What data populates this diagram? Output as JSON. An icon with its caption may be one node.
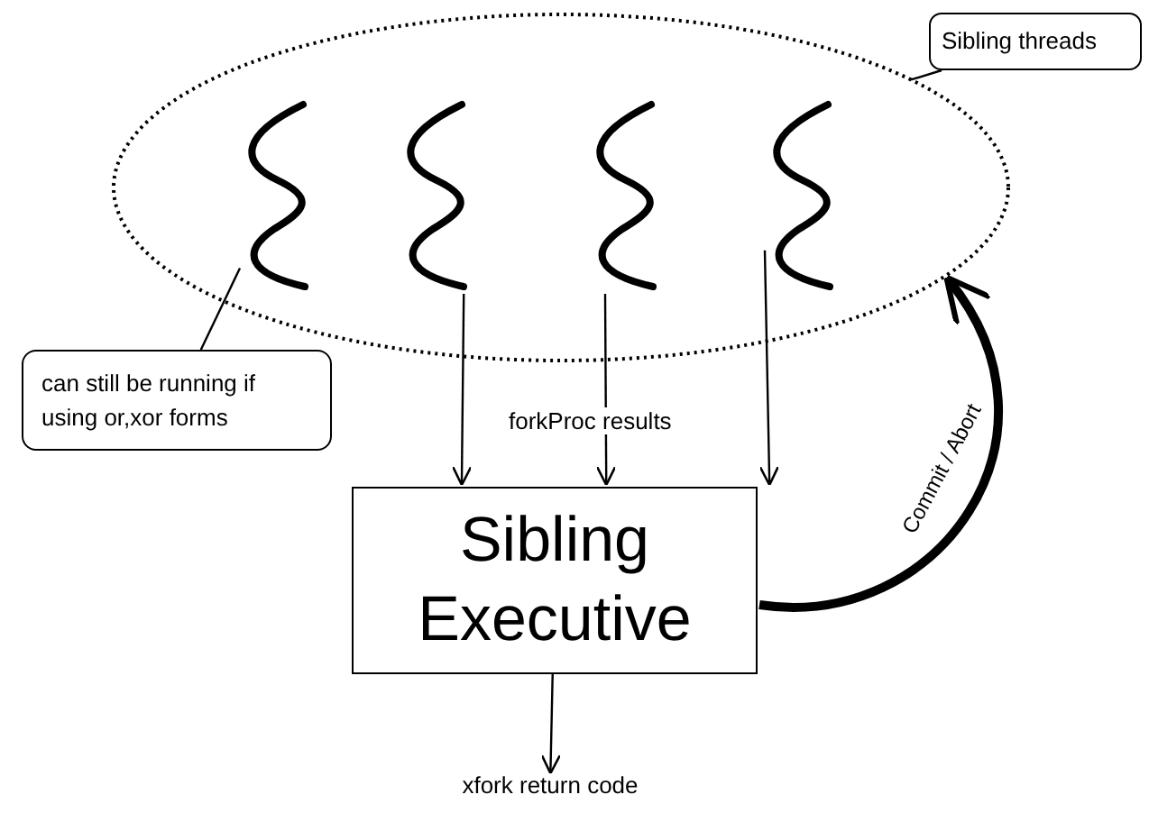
{
  "diagram": {
    "nodes": [
      {
        "text": [],
        "shape": "ellipse"
      },
      {
        "text": [],
        "shape": "wave",
        "in": 0
      },
      {
        "text": [],
        "shape": "wave",
        "in": 0
      },
      {
        "text": [],
        "shape": "wave",
        "in": 0
      },
      {
        "text": [],
        "shape": "wave",
        "in": 0
      },
      {
        "text": [
          "Sibling threads"
        ]
      },
      {
        "text": [
          "can still be running if using or,xor forms"
        ]
      },
      {
        "text": [
          "Sibling Executive"
        ]
      },
      {
        "text": [
          "xfork return code"
        ]
      }
    ],
    "edges": [
      {
        "from": 5,
        "to": 0,
        "arrow": "none"
      },
      {
        "from": 6,
        "to": 1,
        "arrow": "none"
      },
      {
        "from": 2,
        "to": 7,
        "arrow": "to"
      },
      {
        "from": 3,
        "to": 7,
        "arrow": "to"
      },
      {
        "from": 4,
        "to": 7,
        "arrow": "to"
      },
      {
        "from": 7,
        "to": 8,
        "arrow": "to"
      },
      {
        "from": 7,
        "to": 0,
        "arrow": "to",
        "label": "Commit / Abort",
        "style": "thick"
      }
    ],
    "labels": [
      "forkProc results"
    ]
  }
}
